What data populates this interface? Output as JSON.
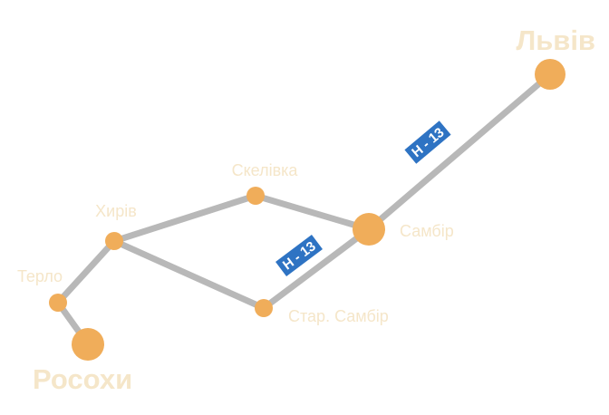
{
  "colors": {
    "background": "#ffffff",
    "road": "#b8b8b8",
    "node": "#f0ad5a",
    "label": "#f5e6c9",
    "badge": "#2e73c3",
    "badge_text": "#ffffff"
  },
  "cities": {
    "lviv": "Львів",
    "sambir": "Самбір",
    "skelivka": "Скелівка",
    "khyriv": "Хирів",
    "terlo": "Терло",
    "star_sambir": "Стар. Самбір",
    "rosokhy": "Росохи"
  },
  "road_badges": {
    "upper": "Н - 13",
    "lower": "Н - 13"
  }
}
